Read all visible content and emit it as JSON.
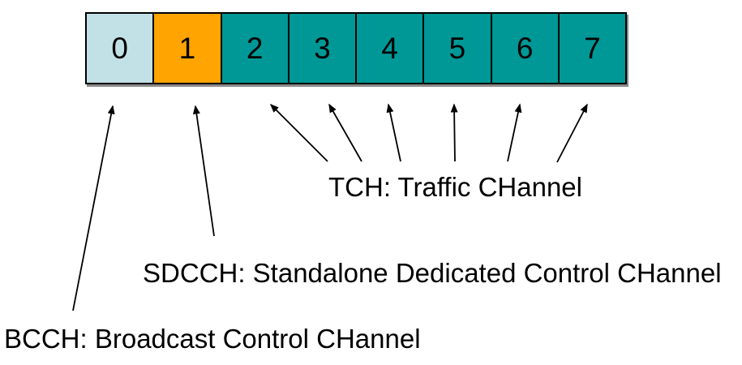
{
  "timeslot_bar": {
    "slots": [
      {
        "label": "0",
        "color": "#c2e1e6"
      },
      {
        "label": "1",
        "color": "#ffa400"
      },
      {
        "label": "2",
        "color": "#009896"
      },
      {
        "label": "3",
        "color": "#009896"
      },
      {
        "label": "4",
        "color": "#009896"
      },
      {
        "label": "5",
        "color": "#009896"
      },
      {
        "label": "6",
        "color": "#009896"
      },
      {
        "label": "7",
        "color": "#009896"
      }
    ],
    "border_color": "#000000",
    "shadow_color": "#8a8a8a"
  },
  "labels": {
    "tch": "TCH: Traffic CHannel",
    "sdcch": "SDCCH: Standalone Dedicated Control CHannel",
    "bcch": "BCCH: Broadcast Control CHannel"
  },
  "arrow_color": "#000000"
}
